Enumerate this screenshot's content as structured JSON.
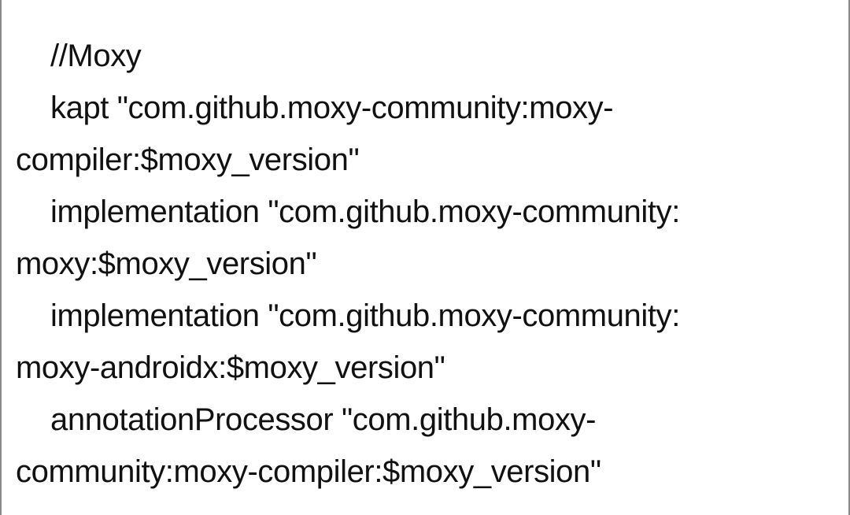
{
  "text_lines": [
    {
      "text": "//Moxy",
      "indent": true
    },
    {
      "text": "kapt \"com.github.moxy-community:moxy-",
      "indent": true
    },
    {
      "text": "compiler:$moxy_version\"",
      "indent": false
    },
    {
      "text": "implementation \"com.github.moxy-community:",
      "indent": true
    },
    {
      "text": "moxy:$moxy_version\"",
      "indent": false
    },
    {
      "text": "implementation \"com.github.moxy-community:",
      "indent": true
    },
    {
      "text": "moxy-androidx:$moxy_version\"",
      "indent": false
    },
    {
      "text": "annotationProcessor \"com.github.moxy-",
      "indent": true
    },
    {
      "text": "community:moxy-compiler:$moxy_version\"",
      "indent": false
    }
  ]
}
